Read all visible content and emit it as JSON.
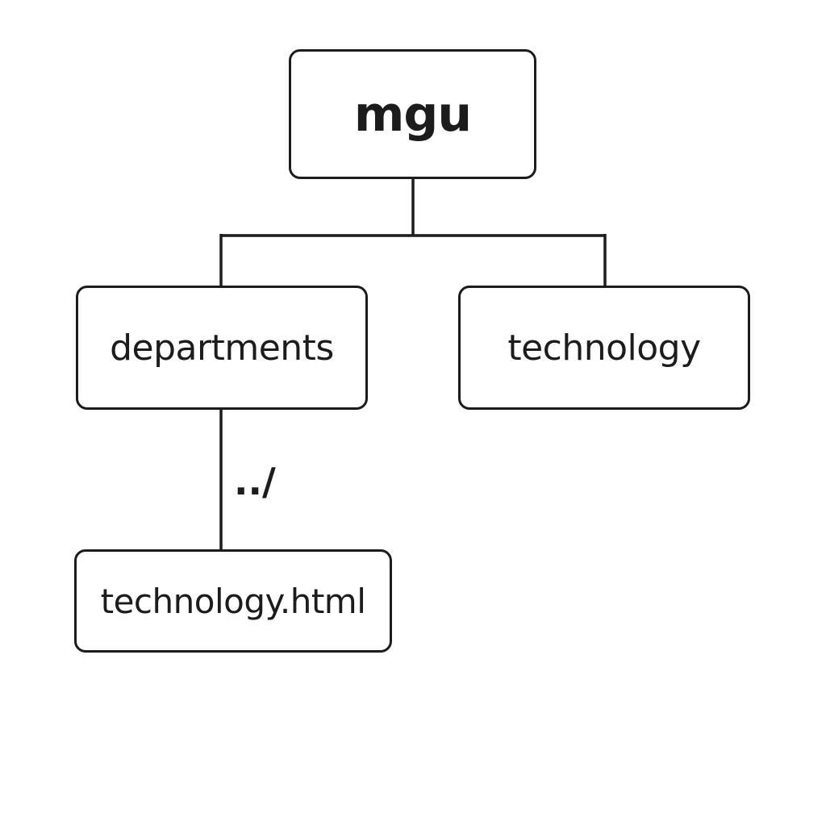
{
  "diagram": {
    "root": {
      "label": "mgu"
    },
    "children": [
      {
        "label": "departments"
      },
      {
        "label": "technology"
      }
    ],
    "grandchild": {
      "label": "technology.html"
    },
    "edge_label": "../"
  },
  "colors": {
    "stroke": "#1c1c1c",
    "background": "#ffffff"
  }
}
